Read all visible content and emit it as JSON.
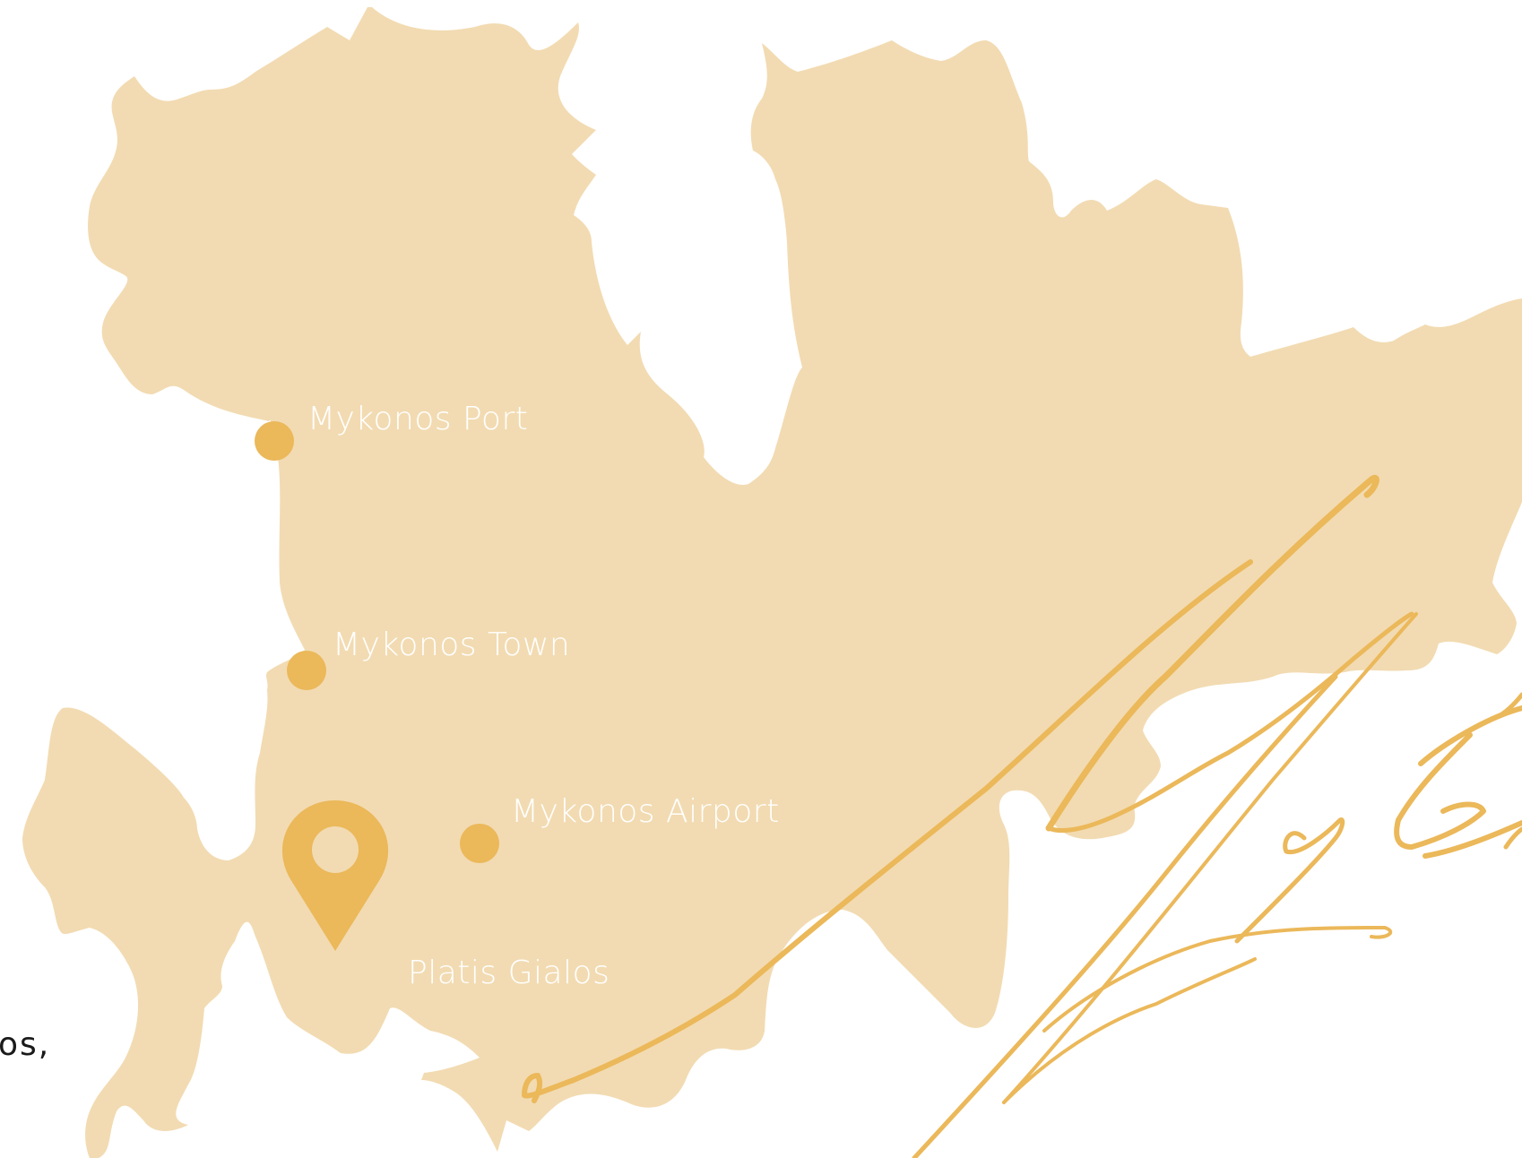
{
  "colors": {
    "land": "#F2DBB2",
    "accent": "#EBB85A",
    "label": "#FFFFFF",
    "background": "#FFFFFF",
    "text": "#1A1A1A"
  },
  "places": [
    {
      "id": "port",
      "name": "Mykonos Port"
    },
    {
      "id": "town",
      "name": "Mykonos Town"
    },
    {
      "id": "airport",
      "name": "Mykonos Airport"
    },
    {
      "id": "platis",
      "name": "Platis Gialos"
    }
  ],
  "side_text": "os,",
  "icons": {
    "location_pin": "location-pin-icon"
  },
  "signature": {
    "text": "Mykonos",
    "style": "handwritten script"
  }
}
